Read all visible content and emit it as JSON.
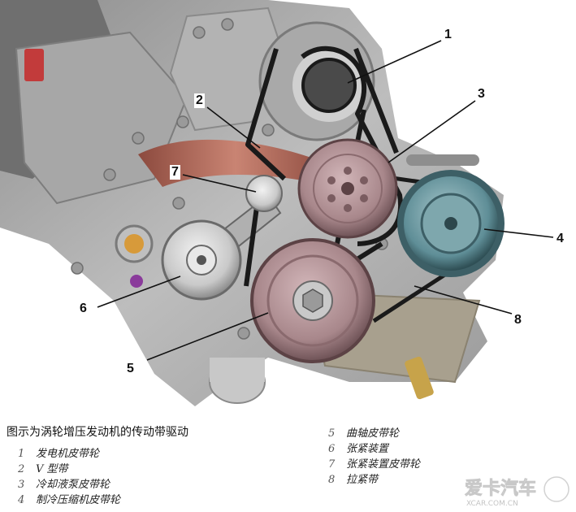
{
  "callouts": [
    {
      "num": "1",
      "boxed": false
    },
    {
      "num": "2",
      "boxed": true
    },
    {
      "num": "3",
      "boxed": false
    },
    {
      "num": "4",
      "boxed": false
    },
    {
      "num": "5",
      "boxed": false
    },
    {
      "num": "6",
      "boxed": false
    },
    {
      "num": "7",
      "boxed": true
    },
    {
      "num": "8",
      "boxed": false
    }
  ],
  "caption": {
    "title": "图示为涡轮增压发动机的传动带驱动",
    "legend_left": [
      {
        "num": "1",
        "label": "发电机皮带轮"
      },
      {
        "num": "2",
        "label": "V 型带"
      },
      {
        "num": "3",
        "label": "冷却液泵皮带轮"
      },
      {
        "num": "4",
        "label": "制冷压缩机皮带轮"
      }
    ],
    "legend_right": [
      {
        "num": "5",
        "label": "曲轴皮带轮"
      },
      {
        "num": "6",
        "label": "张紧装置"
      },
      {
        "num": "7",
        "label": "张紧装置皮带轮"
      },
      {
        "num": "8",
        "label": "拉紧带"
      }
    ]
  },
  "watermark": {
    "text": "爱卡汽车",
    "subtext": "XCAR.COM.CN"
  },
  "colors": {
    "engine_gray": "#b9b9b9",
    "pulley_mauve": "#b08b8f",
    "compressor_teal": "#5f8e97",
    "manifold_copper": "#b06a5a",
    "belt_black": "#1a1a1a"
  }
}
